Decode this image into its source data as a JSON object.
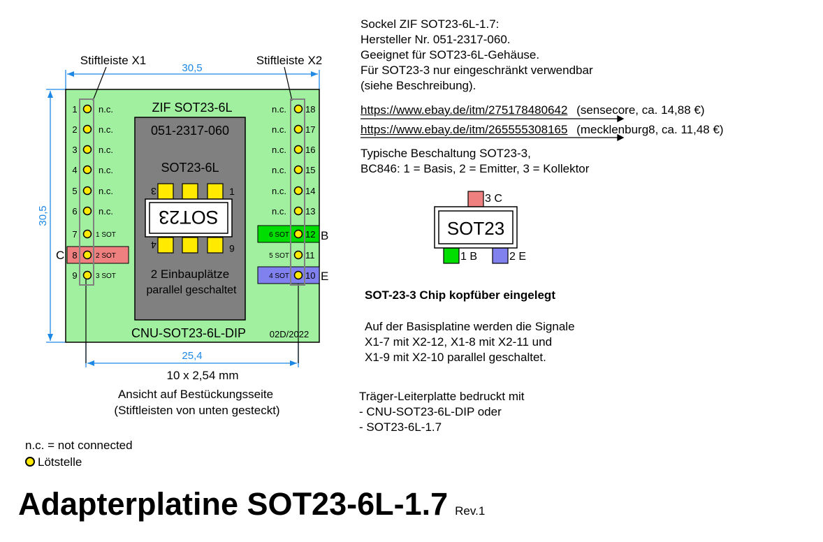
{
  "board": {
    "header_x1": "Stiftleiste X1",
    "header_x2": "Stiftleiste X2",
    "width_dim": "30,5",
    "height_dim": "30,5",
    "pitch_dim": "25,4",
    "pitch_caption": "10 x 2,54 mm",
    "view_line1": "Ansicht auf Bestückungsseite",
    "view_line2": "(Stiftleisten von unten gesteckt)",
    "socket_title": "ZIF SOT23-6L",
    "socket_part": "051-2317-060",
    "socket_type": "SOT23-6L",
    "socket_chip": "SOT23",
    "socket_pad_left": "3",
    "socket_pad_right": "1",
    "socket_pad_left_bottom": "4",
    "socket_pad_right_bottom": "6",
    "parallel_line1": "2 Einbauplätze",
    "parallel_line2": "parallel geschaltet",
    "board_name": "CNU-SOT23-6L-DIP",
    "board_date": "02D/2022",
    "left_pins": [
      {
        "num": "1",
        "label": "n.c."
      },
      {
        "num": "2",
        "label": "n.c."
      },
      {
        "num": "3",
        "label": "n.c."
      },
      {
        "num": "4",
        "label": "n.c."
      },
      {
        "num": "5",
        "label": "n.c."
      },
      {
        "num": "6",
        "label": "n.c."
      },
      {
        "num": "7",
        "label": "1 SOT"
      },
      {
        "num": "8",
        "label": "2 SOT"
      },
      {
        "num": "9",
        "label": "3 SOT"
      }
    ],
    "right_pins": [
      {
        "num": "18",
        "label": "n.c."
      },
      {
        "num": "17",
        "label": "n.c."
      },
      {
        "num": "16",
        "label": "n.c."
      },
      {
        "num": "15",
        "label": "n.c."
      },
      {
        "num": "14",
        "label": "n.c."
      },
      {
        "num": "13",
        "label": "n.c."
      },
      {
        "num": "12",
        "label": "6 SOT"
      },
      {
        "num": "11",
        "label": "5 SOT"
      },
      {
        "num": "10",
        "label": "4 SOT"
      }
    ],
    "letter_c": "C",
    "letter_b": "B",
    "letter_e": "E"
  },
  "colors": {
    "board": "#a0f0a0",
    "socket": "#808080",
    "pad": "#ffea00",
    "collector": "#ef8080",
    "base": "#00dd00",
    "emitter": "#8080ee",
    "dim": "#1e88e5"
  },
  "info": {
    "line1": "Sockel ZIF SOT23-6L-1.7:",
    "line2": "Hersteller Nr. 051-2317-060.",
    "line3": "Geeignet für SOT23-6L-Gehäuse.",
    "line4": "Für SOT23-3 nur eingeschränkt verwendbar",
    "line5": "(siehe Beschreibung).",
    "link1": "https://www.ebay.de/itm/275178480642",
    "link1_note": "(sensecore, ca. 14,88 €)",
    "link2": "https://www.ebay.de/itm/265555308165",
    "link2_note": "(mecklenburg8, ca. 11,48 €)",
    "typical1": "Typische Beschaltung SOT23-3,",
    "typical2": "BC846: 1 = Basis, 2 = Emitter, 3 = Kollektor"
  },
  "sot_diagram": {
    "chip": "SOT23",
    "pin_c": "3 C",
    "pin_b": "1 B",
    "pin_e": "2 E"
  },
  "notes": {
    "heading": "SOT-23-3 Chip kopfüber eingelegt",
    "p1_1": "Auf der Basisplatine werden die Signale",
    "p1_2": "X1-7 mit X2-12, X1-8 mit X2-11 und",
    "p1_3": "X1-9 mit X2-10 parallel geschaltet.",
    "p2_1": "Träger-Leiterplatte bedruckt mit",
    "p2_2": "- CNU-SOT23-6L-DIP oder",
    "p2_3": "- SOT23-6L-1.7"
  },
  "legend": {
    "nc": "n.c. = not connected",
    "solder": "Lötstelle"
  },
  "title": {
    "main": "Adapterplatine SOT23-6L-1.7",
    "rev": "Rev.1"
  }
}
